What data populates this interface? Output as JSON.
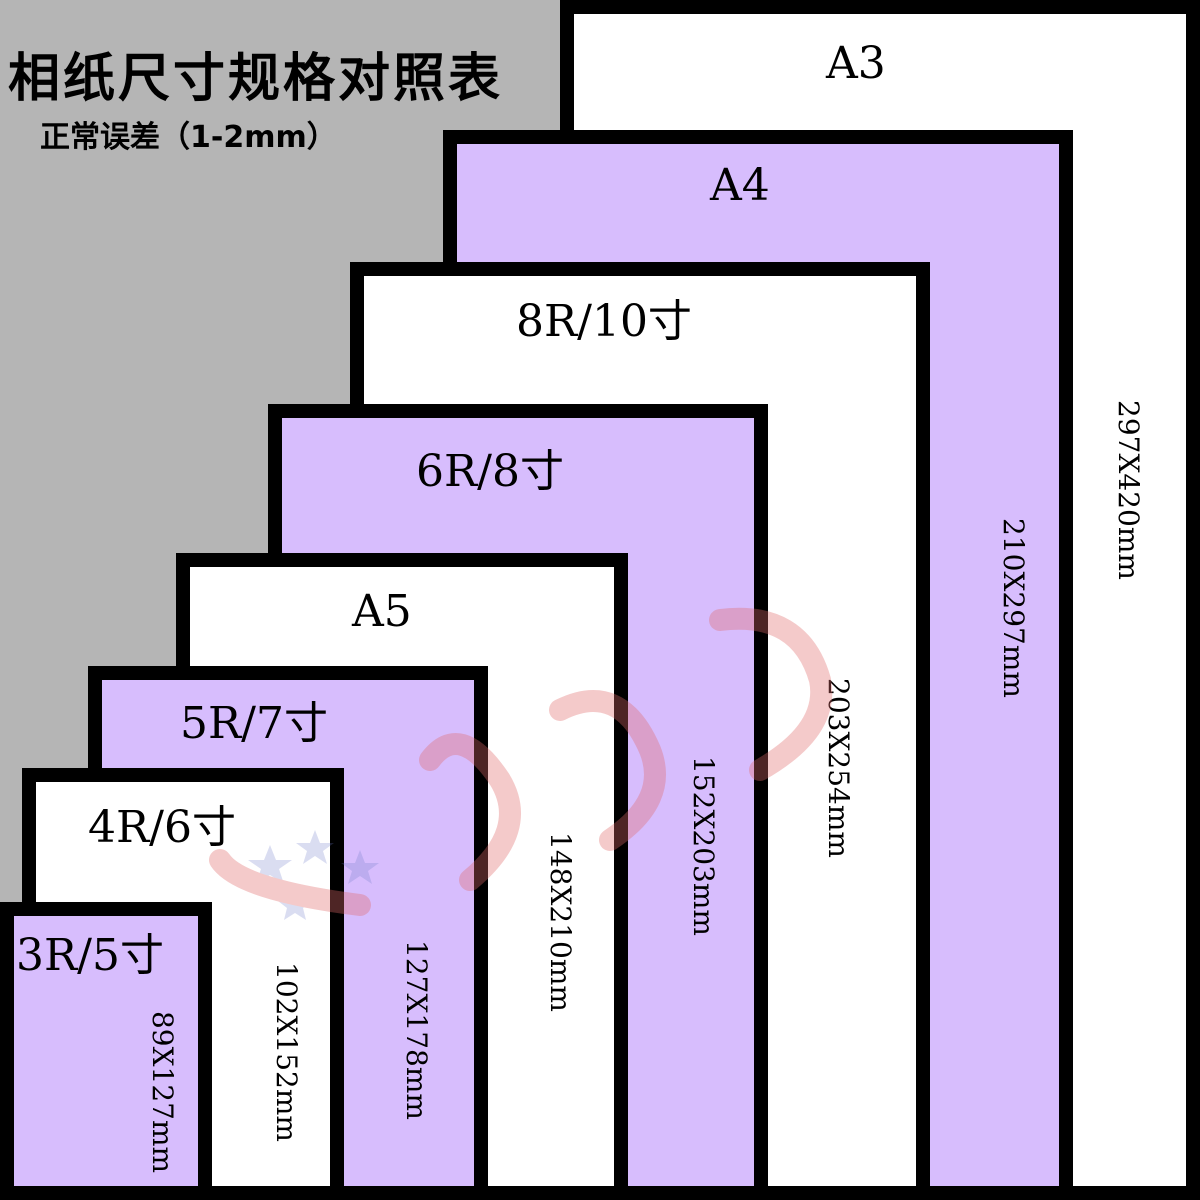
{
  "header": {
    "title": "相纸尺寸规格对照表",
    "subtitle": "正常误差（1-2mm）"
  },
  "sheets": {
    "a3": {
      "name": "A3",
      "size": "297X420mm"
    },
    "a4": {
      "name": "A4",
      "size": "210X297mm"
    },
    "r8": {
      "name": "8R/10寸",
      "size": "203X254mm"
    },
    "r6": {
      "name": "6R/8寸",
      "size": "152X203mm"
    },
    "a5": {
      "name": "A5",
      "size": "148X210mm"
    },
    "r5": {
      "name": "5R/7寸",
      "size": "127X178mm"
    },
    "r4": {
      "name": "4R/6寸",
      "size": "102X152mm"
    },
    "r3": {
      "name": "3R/5寸",
      "size": "89X127mm"
    }
  },
  "colors": {
    "background": "#b5b5b5",
    "border": "#000000",
    "white_sheet": "#ffffff",
    "purple_sheet": "#d7bdfd",
    "watermark": "#e8a0a0"
  }
}
